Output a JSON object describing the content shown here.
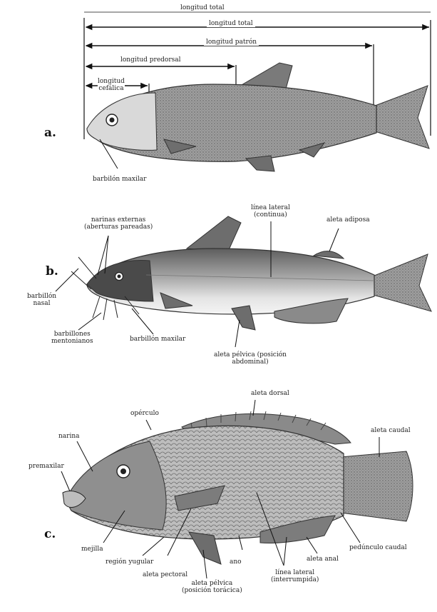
{
  "panels": {
    "a": {
      "letter": "a.",
      "measurements": {
        "total_top": "longitud total",
        "total": "longitud total",
        "standard": "longitud patrón",
        "predorsal": "longitud predorsal",
        "cephalic": "longitud\ncefálica"
      },
      "labels": {
        "maxillary_barbel": "barbilón maxilar"
      }
    },
    "b": {
      "letter": "b.",
      "labels": {
        "nares": "narinas externas\n(aberturas pareadas)",
        "lateral_line": "línea lateral\n(continua)",
        "adipose_fin": "aleta adiposa",
        "nasal_barbel": "barbillón\nnasal",
        "mental_barbels": "barbillones\nmentonianos",
        "maxillary_barbel": "barbillón maxilar",
        "pelvic_fin": "aleta pélvica (posición\nabdominal)"
      }
    },
    "c": {
      "letter": "c.",
      "labels": {
        "dorsal_fin": "aleta dorsal",
        "operculum": "opérculo",
        "caudal_fin": "aleta caudal",
        "naris": "narina",
        "premaxilla": "premaxilar",
        "cheek": "mejilla",
        "jugular_region": "región yugular",
        "pectoral_fin": "aleta pectoral",
        "anus": "ano",
        "lateral_line": "línea lateral\n(interrumpida)",
        "anal_fin": "aleta anal",
        "caudal_peduncle": "pedúnculo caudal",
        "pelvic_fin": "aleta pélvica\n(posición torácica)"
      }
    }
  }
}
